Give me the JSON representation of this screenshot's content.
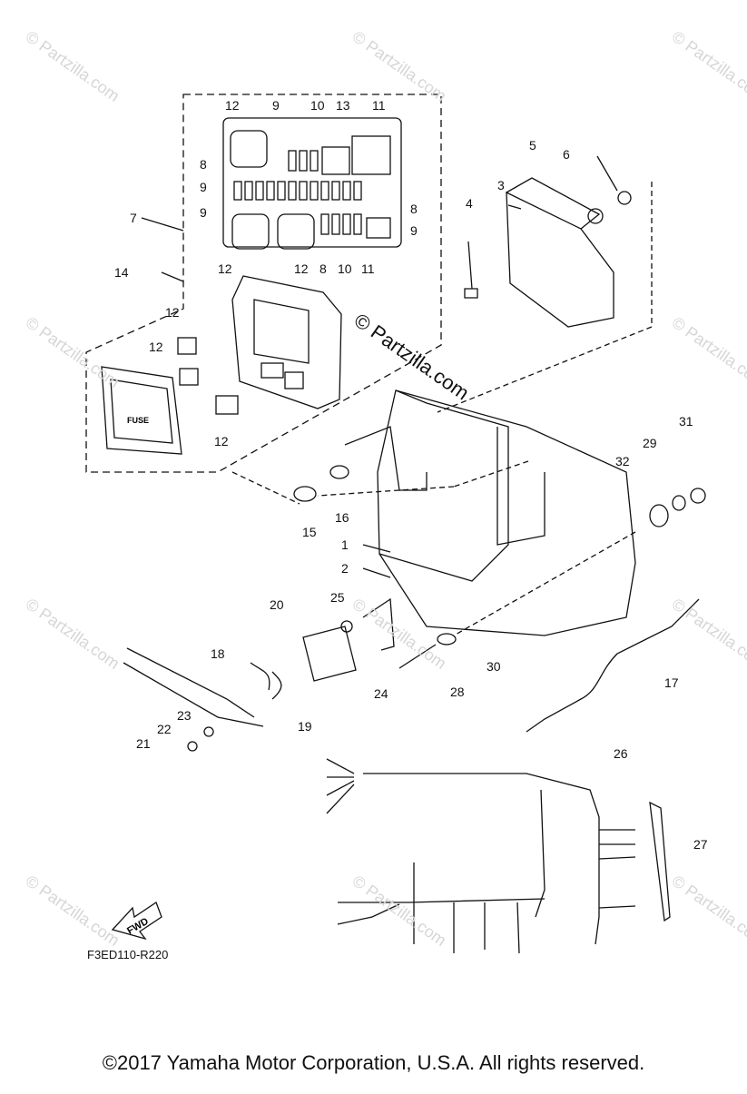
{
  "watermark": "© Partzilla.com",
  "watermark_main": "© Partzilla.com",
  "fuse_label": "FUSE",
  "fwd_label": "FWD",
  "diagram_code": "F3ED110-R220",
  "copyright": "©2017  Yamaha Motor Corporation, U.S.A. All rights reserved.",
  "callouts": [
    "1",
    "2",
    "3",
    "4",
    "5",
    "6",
    "7",
    "8",
    "9",
    "10",
    "11",
    "12",
    "13",
    "14",
    "15",
    "16",
    "17",
    "18",
    "19",
    "20",
    "21",
    "22",
    "23",
    "24",
    "25",
    "26",
    "27",
    "28",
    "29",
    "30",
    "31",
    "32"
  ],
  "fusebox_labels": {
    "top": [
      "12",
      "9",
      "10",
      "13",
      "11"
    ],
    "left": [
      "8",
      "9",
      "9"
    ],
    "right": [
      "8",
      "9"
    ],
    "bottom": [
      "12",
      "12",
      "8",
      "10",
      "11"
    ]
  }
}
